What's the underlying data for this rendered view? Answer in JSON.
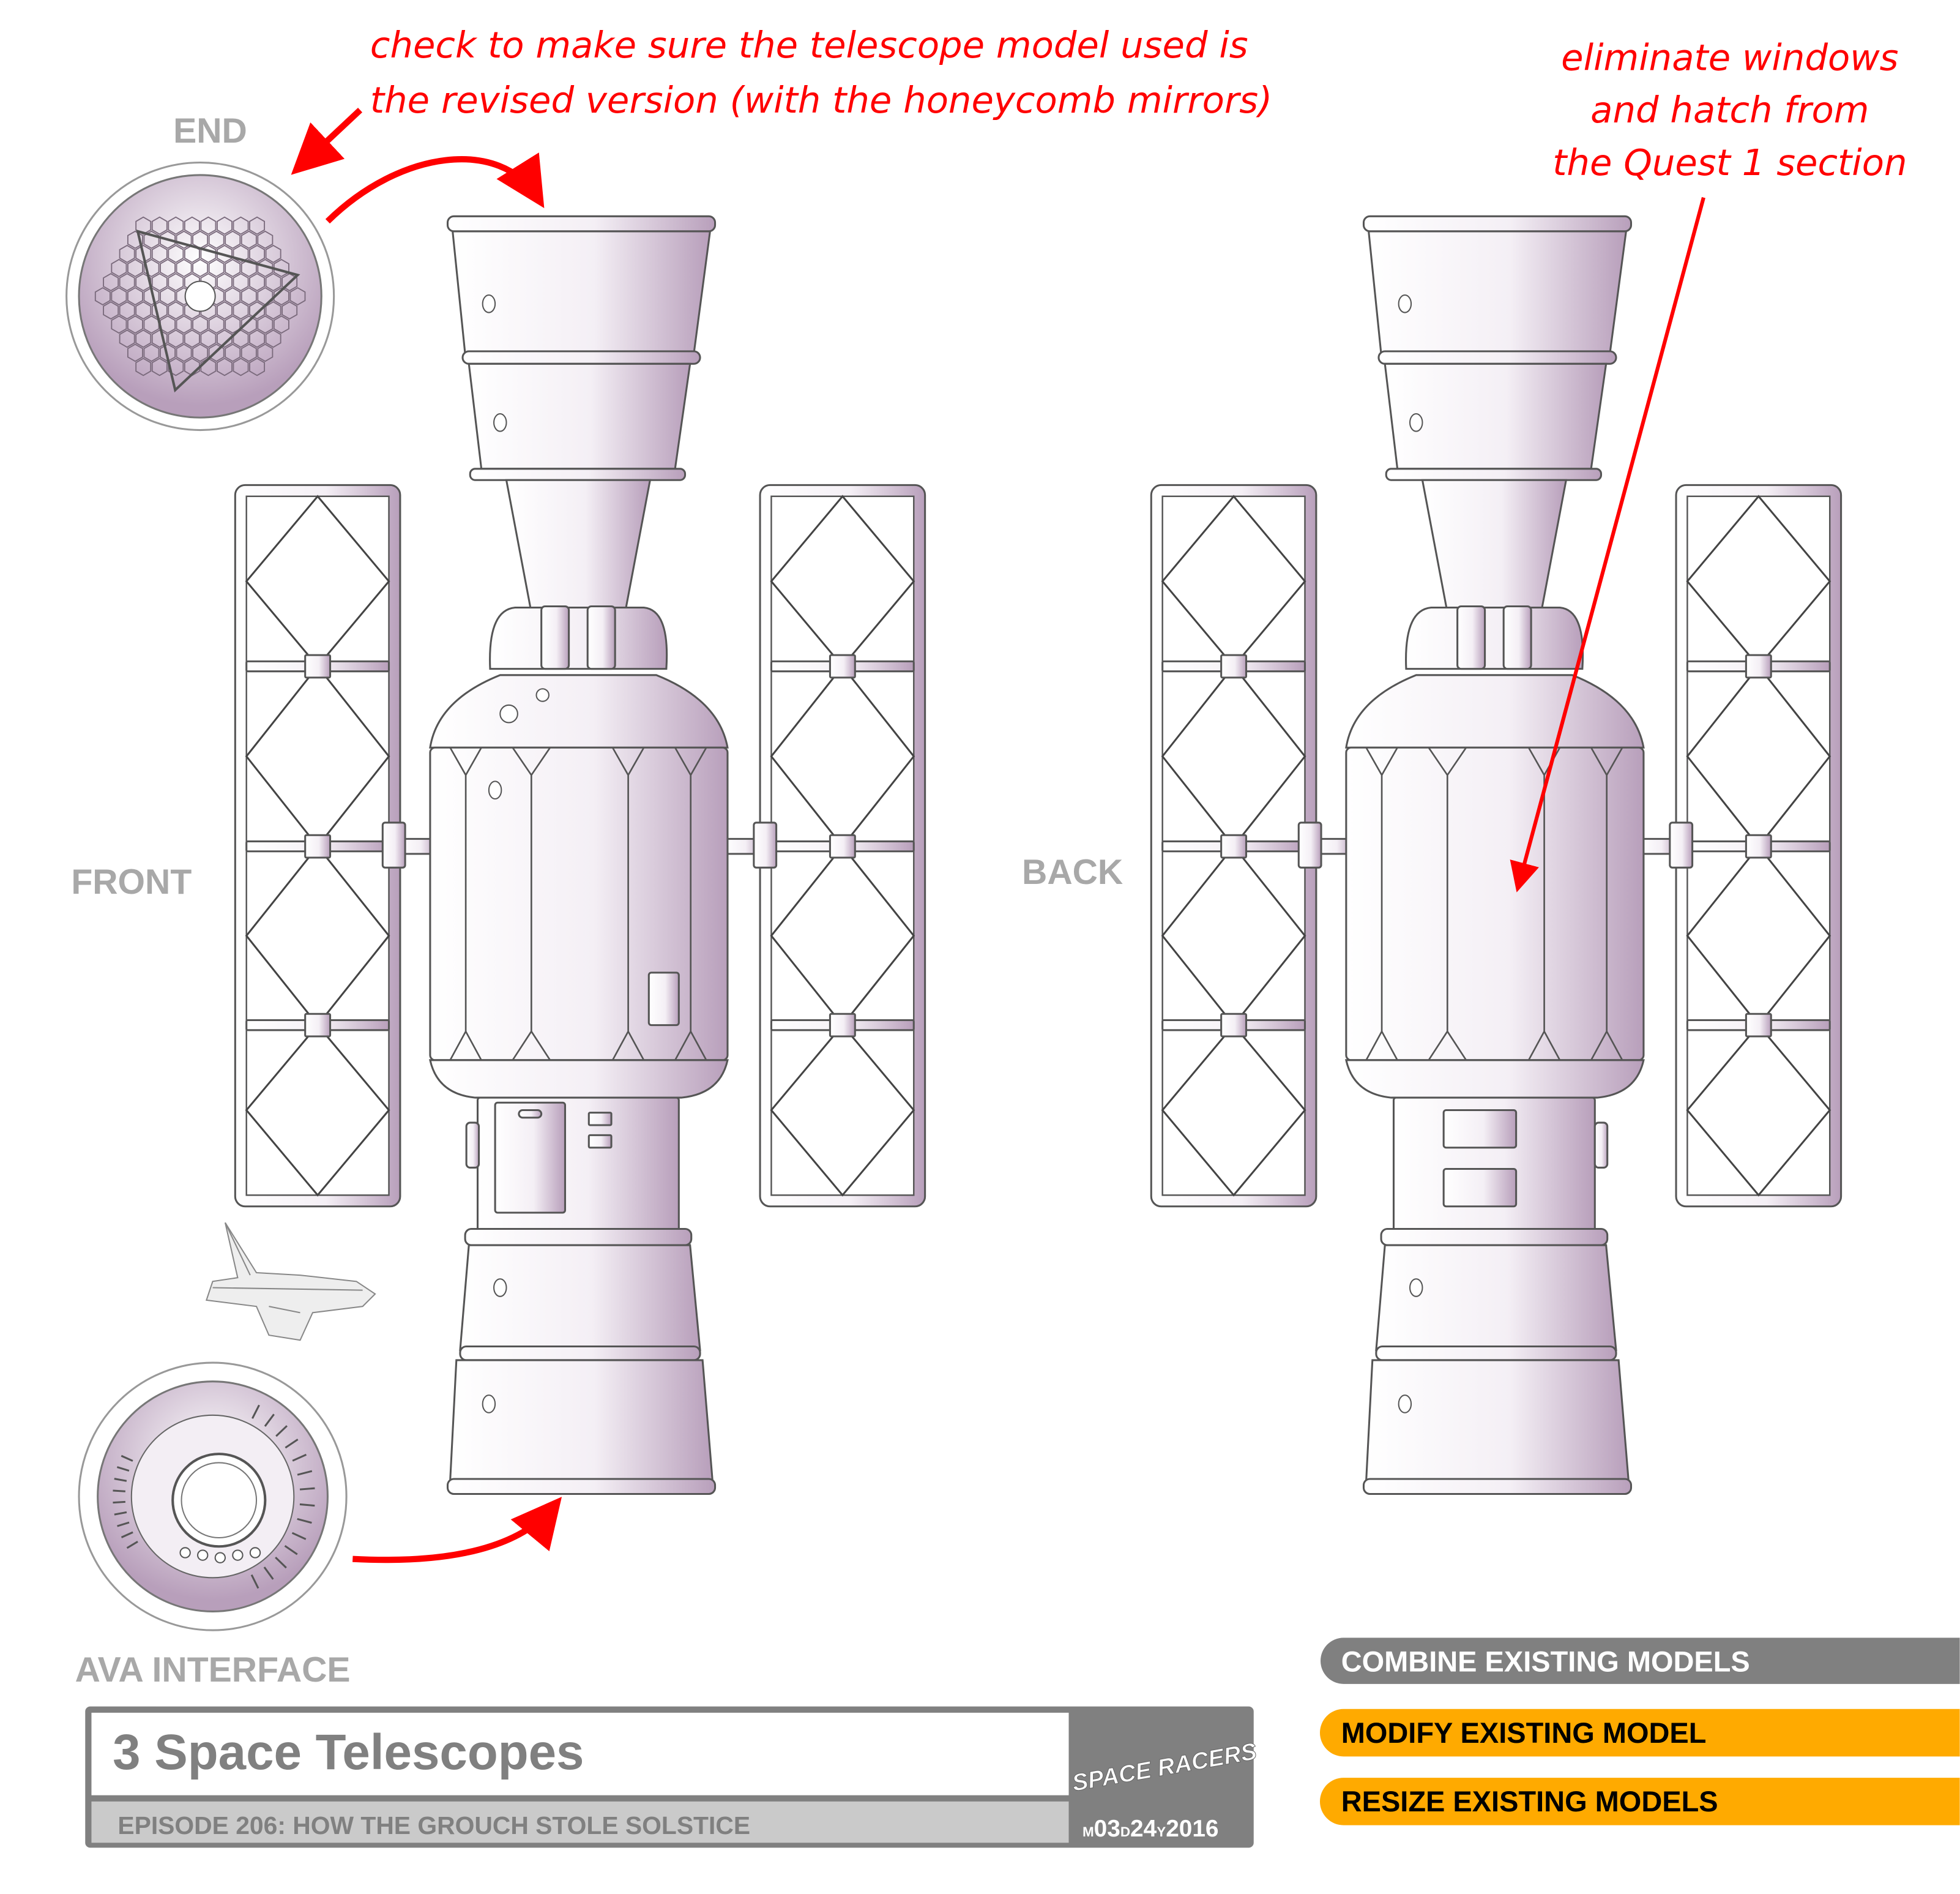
{
  "annotations": {
    "telescope_note": [
      "check to make sure the telescope model used is",
      "the revised version (with the honeycomb mirrors)"
    ],
    "quest_note": [
      "eliminate windows",
      "and hatch from",
      "the Quest 1 section"
    ]
  },
  "views": {
    "end": "END",
    "front": "FRONT",
    "back": "BACK",
    "ava": "AVA INTERFACE"
  },
  "title_block": {
    "title": "3 Space Telescopes",
    "episode": "EPISODE 206: HOW THE GROUCH STOLE SOLSTICE",
    "logo": "SPACE RACERS",
    "date_m": "M",
    "date_month": "03",
    "date_d": "D",
    "date_day": "24",
    "date_y": "Y",
    "date_year": "2016"
  },
  "tags": [
    {
      "label": "COMBINE EXISTING MODELS",
      "color": "#808080",
      "text_color": "#ffffff"
    },
    {
      "label": "MODIFY EXISTING MODEL",
      "color": "#FFAA00",
      "text_color": "#000000"
    },
    {
      "label": "RESIZE EXISTING MODELS",
      "color": "#FFAA00",
      "text_color": "#000000"
    }
  ],
  "colors": {
    "annotation": "#ff0000",
    "model_shade": "#b89fbb",
    "outline": "#555555"
  }
}
